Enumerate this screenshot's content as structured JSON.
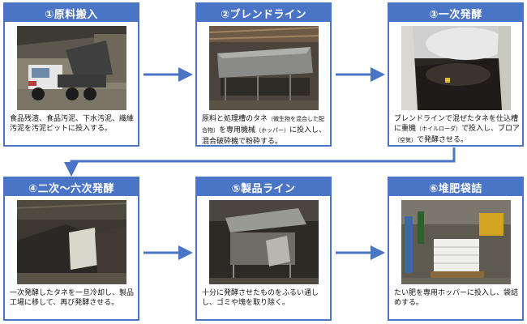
{
  "steps": [
    {
      "title": "①原料搬入",
      "desc_parts": [
        "食品残渣、食品汚泥、下水汚泥、繊維汚泥を汚泥ピットに投入する。"
      ]
    },
    {
      "title": "②ブレンドライン",
      "desc_parts": [
        "原料と処理槽のタネ",
        "（微生物を混合した配合物）",
        "を専用機械",
        "（ホッパー）",
        "に投入し、混合破砕機で粉砕する。"
      ]
    },
    {
      "title": "③一次発酵",
      "desc_parts": [
        "ブレンドラインで混ぜたタネを仕込槽に重機",
        "（ホイルローダ）",
        "で投入し、ブロア",
        "（空気）",
        "で発酵させる。"
      ]
    },
    {
      "title": "④二次～六次発酵",
      "desc_parts": [
        "一次発酵したタネを一旦冷却し、製品工場に移して、再び発酵させる。"
      ]
    },
    {
      "title": "⑤製品ライン",
      "desc_parts": [
        "十分に発酵させたものをふるい通しし、ゴミや塊を取り除く。"
      ]
    },
    {
      "title": "⑥堆肥袋詰",
      "desc_parts": [
        "たい肥を専用ホッパーに投入し、袋詰めする。"
      ]
    }
  ],
  "colors": {
    "accent": "#4a74c5",
    "text": "#111111"
  }
}
